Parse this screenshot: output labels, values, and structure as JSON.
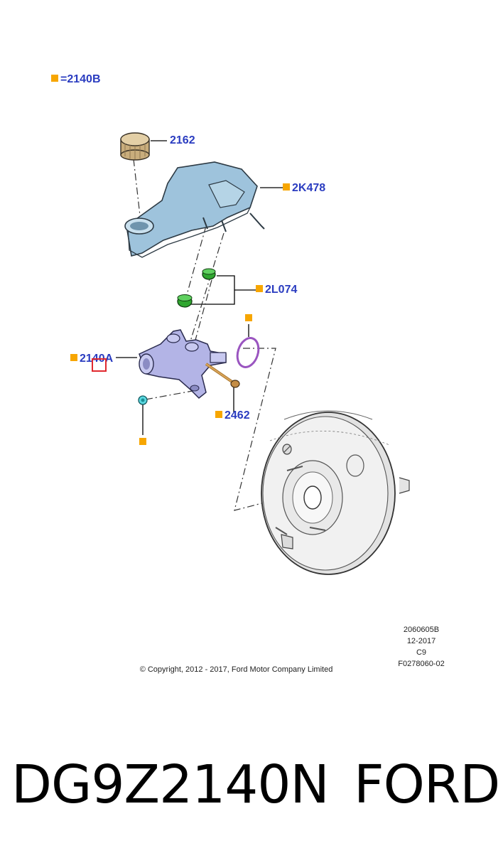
{
  "legend": {
    "equals_text": "=2140B",
    "marker_color": "#f7a600"
  },
  "callouts": {
    "cap": "2162",
    "reservoir": "2K478",
    "seals": "2L074",
    "master_cylinder": "2140A",
    "bolt": "2462"
  },
  "meta": {
    "code": "2060605B",
    "date": "12-2017",
    "variant": "C9",
    "figure_id": "F0278060-02"
  },
  "copyright": "© Copyright, 2012 - 2017, Ford Motor Company Limited",
  "footer": {
    "part_number": "DG9Z2140N",
    "brand": "FORD"
  },
  "colors": {
    "callout_text": "#2a3cc0",
    "reservoir": "#9ec3dc",
    "cylinder": "#b3b4e6",
    "seal": "#3fbf3f",
    "oring": "#9a55c0",
    "cap": "#d2b98a",
    "highlight": "#e0282e"
  }
}
